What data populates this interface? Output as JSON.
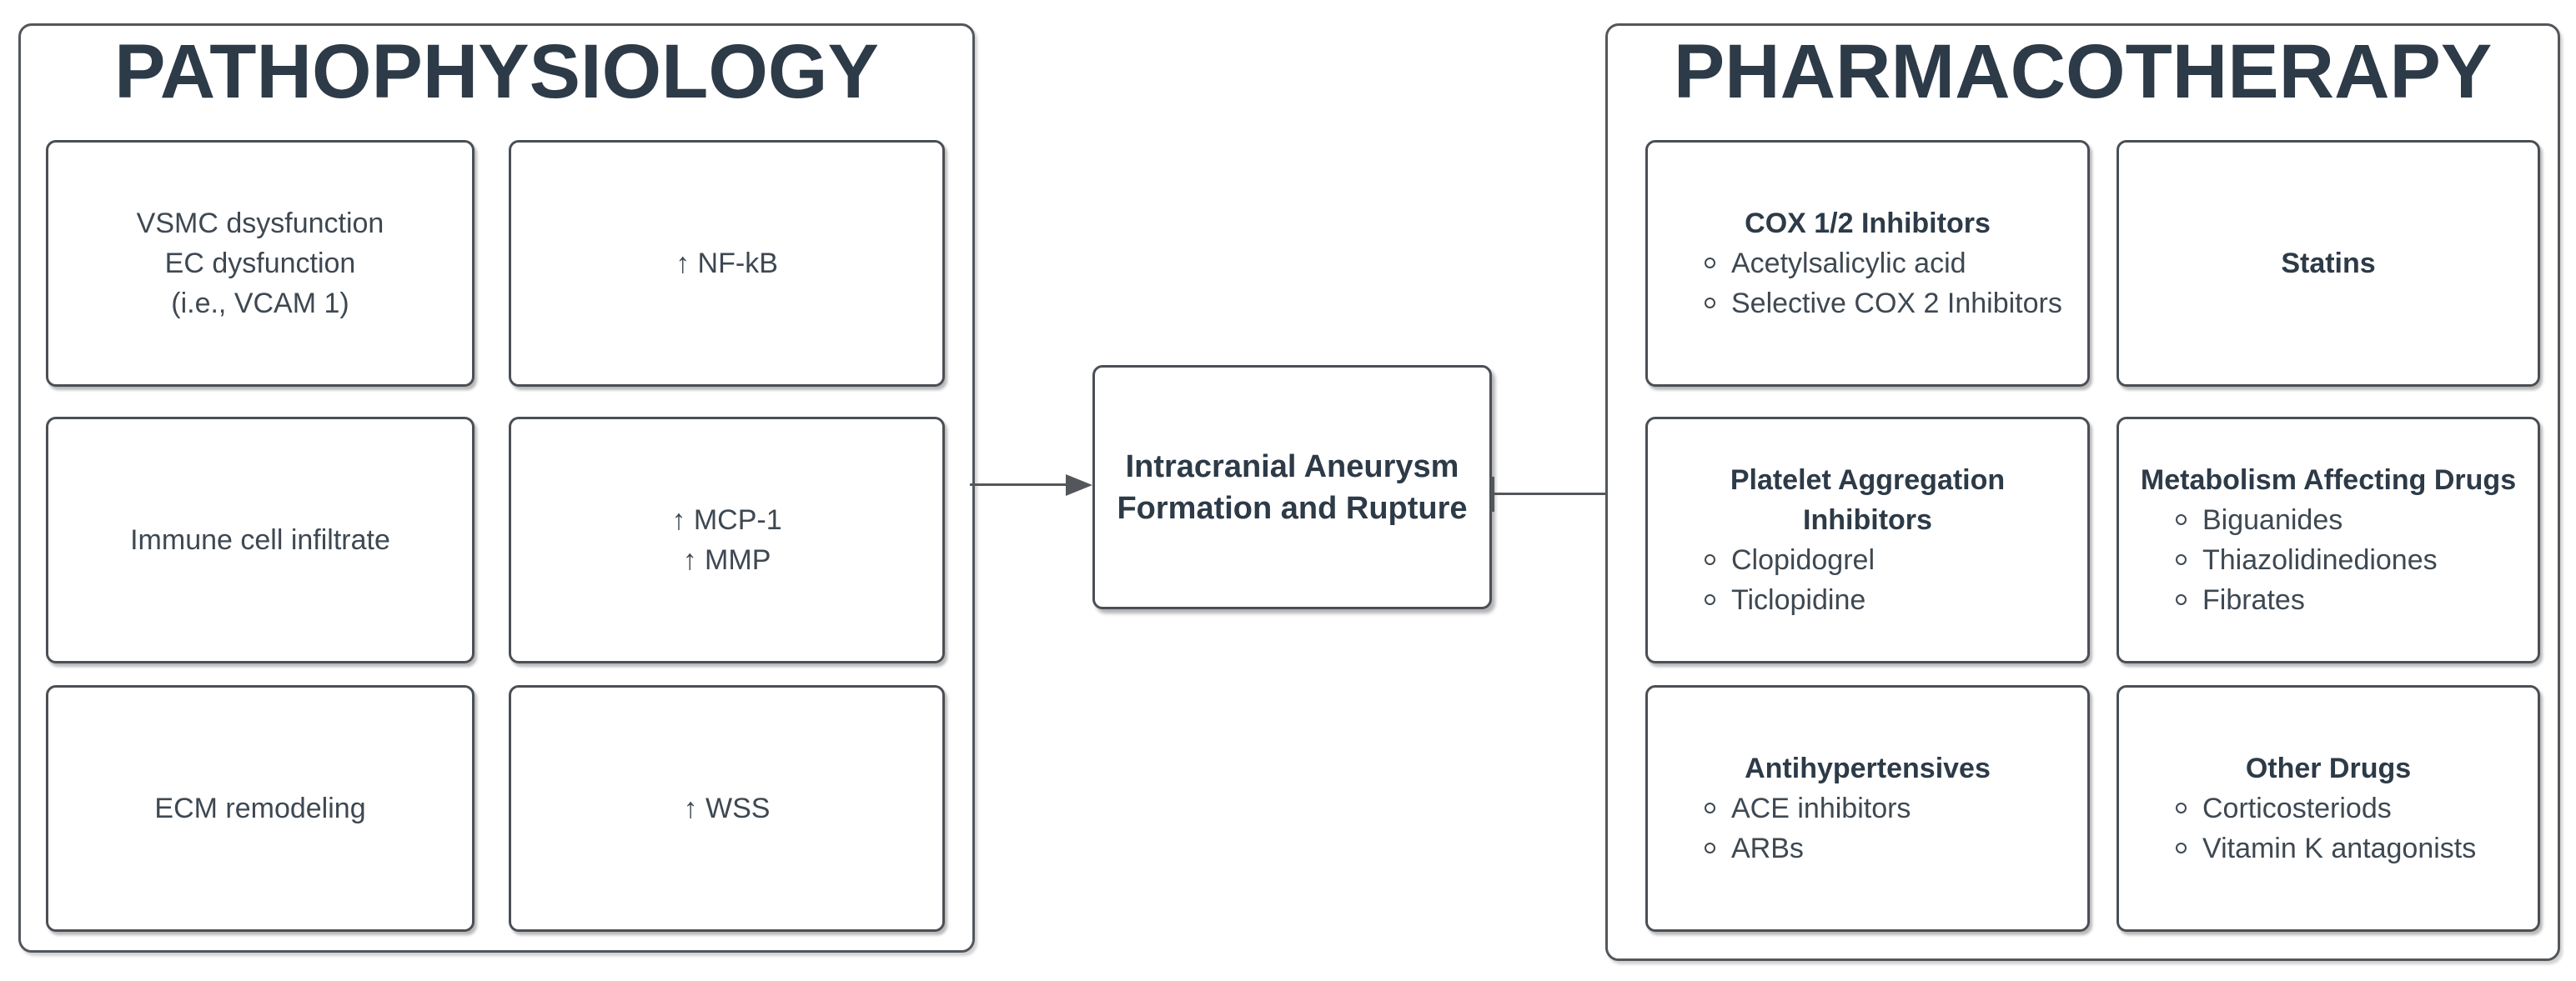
{
  "diagram": {
    "left_panel": {
      "title": "PATHOPHYSIOLOGY",
      "boxes": [
        {
          "lines": [
            "VSMC dsysfunction",
            "EC dysfunction",
            "(i.e., VCAM 1)"
          ]
        },
        {
          "lines": [
            "↑ NF-kB"
          ]
        },
        {
          "lines": [
            "Immune cell infiltrate"
          ]
        },
        {
          "lines": [
            "↑ MCP-1",
            "↑ MMP"
          ]
        },
        {
          "lines": [
            "ECM remodeling"
          ]
        },
        {
          "lines": [
            "↑ WSS"
          ]
        }
      ]
    },
    "center_node": {
      "lines": [
        "Intracranial Aneurysm",
        "Formation and Rupture"
      ]
    },
    "right_panel": {
      "title": "PHARMACOTHERAPY",
      "boxes": [
        {
          "heading": "COX 1/2 Inhibitors",
          "items": [
            "Acetylsalicylic acid",
            "Selective COX 2 Inhibitors"
          ]
        },
        {
          "heading": "Statins",
          "items": []
        },
        {
          "heading": "Platelet Aggregation Inhibitors",
          "items": [
            "Clopidogrel",
            "Ticlopidine"
          ]
        },
        {
          "heading": "Metabolism Affecting Drugs",
          "items": [
            "Biguanides",
            "Thiazolidinediones",
            "Fibrates"
          ]
        },
        {
          "heading": "Antihypertensives",
          "items": [
            "ACE inhibitors",
            "ARBs"
          ]
        },
        {
          "heading": "Other Drugs",
          "items": [
            "Corticosteriods",
            "Vitamin K antagonists"
          ]
        }
      ]
    },
    "icons": {
      "promote_connector": "arrow-right-icon",
      "inhibit_connector": "t-bar-icon",
      "list_marker": "hollow-circle-bullet-icon"
    },
    "colors": {
      "title_text": "#2d3a47",
      "body_text": "#3e4852",
      "border": "#53575c",
      "connector": "#53575c",
      "background": "#ffffff"
    }
  }
}
